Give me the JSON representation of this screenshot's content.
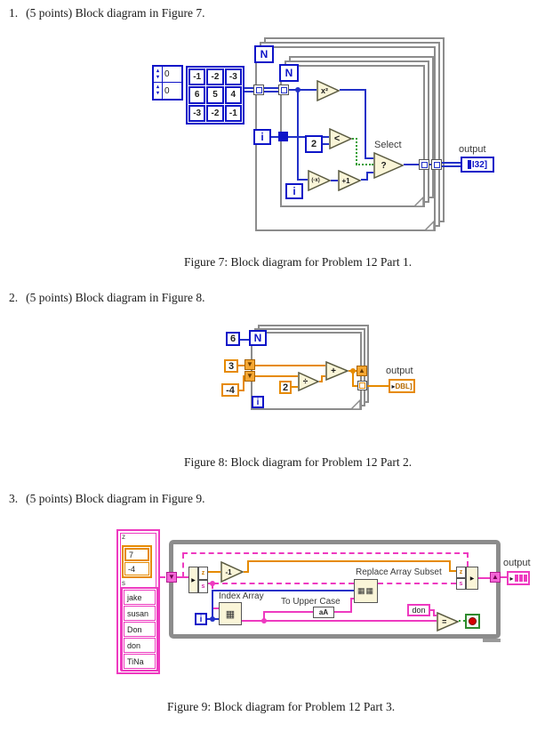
{
  "document": {
    "items": [
      {
        "label": "1.",
        "text": "(5 points) Block diagram in Figure 7."
      },
      {
        "label": "2.",
        "text": "(5 points) Block diagram in Figure 8."
      },
      {
        "label": "3.",
        "text": "(5 points) Block diagram in Figure 9."
      }
    ],
    "captions": [
      "Figure 7: Block diagram for Problem 12 Part 1.",
      "Figure 8: Block diagram for Problem 12 Part 2.",
      "Figure 9: Block diagram for Problem 12 Part 3."
    ]
  },
  "figure7": {
    "index_display": {
      "values": [
        "0",
        "0"
      ],
      "spinner_up": "▴",
      "spinner_down": "▾"
    },
    "array_constant": [
      [
        "-1",
        "-2",
        "-3"
      ],
      [
        "6",
        "5",
        "4"
      ],
      [
        "-3",
        "-2",
        "-1"
      ]
    ],
    "outer_loop": {
      "count": "N",
      "iteration": "i"
    },
    "inner_loop": {
      "count": "N",
      "iteration": "i"
    },
    "constant": "2",
    "nodes": {
      "square": "x²",
      "less_than": "<",
      "negate": "(-x)",
      "increment": "+1",
      "select": "?",
      "select_label": "Select"
    },
    "output": {
      "label": "output",
      "type": "I32]"
    }
  },
  "figure8": {
    "count_constant": "6",
    "shift_init_top": "3",
    "shift_init_bottom": "-4",
    "divisor_constant": "2",
    "loop": {
      "count": "N",
      "iteration": "i"
    },
    "nodes": {
      "divide": "÷",
      "add": "+"
    },
    "shift_register": {
      "down": "▼",
      "up": "▲"
    },
    "output": {
      "label": "output",
      "glyph": "▸",
      "type": "DBL]"
    }
  },
  "figure9": {
    "cluster": {
      "z_label": "z",
      "z_values": [
        "7",
        "-4"
      ],
      "s_label": "s",
      "s_values": [
        "jake",
        "susan",
        "Don",
        "don",
        "TiNa"
      ]
    },
    "loop": {
      "iteration": "i"
    },
    "shift_register": {
      "down": "▼",
      "up": "▲"
    },
    "unbundle": {
      "arrow": "▶",
      "fields": [
        "z",
        "s"
      ]
    },
    "bundle": {
      "arrow": "▶",
      "fields": [
        "z",
        "s"
      ]
    },
    "nodes": {
      "decrement": "-1",
      "equal": "=",
      "to_upper_icon": "aA",
      "index_array_icon": "▦",
      "replace_icon": "▦▦"
    },
    "labels": {
      "index_array": "Index Array",
      "to_upper": "To Upper Case",
      "replace": "Replace Array Subset"
    },
    "string_constant": "don",
    "output": {
      "label": "output",
      "glyph": "▸"
    }
  },
  "colors": {
    "wire_blue": "#2231C8",
    "terminal_blue": "#0E15C8",
    "orange": "#E68A00",
    "pink": "#EE3AC0",
    "boolean_green": "#2E9E2E",
    "loop_border": "#8C8C8C",
    "node_fill": "#FAF5D8"
  }
}
